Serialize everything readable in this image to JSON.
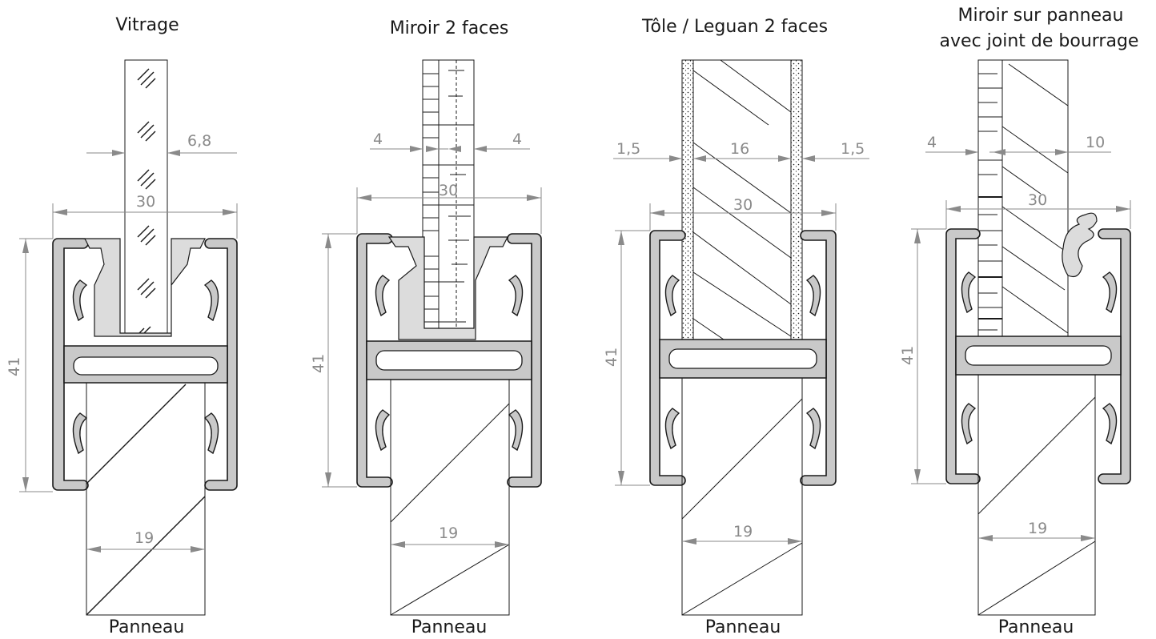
{
  "sections": [
    {
      "title": "Vitrage",
      "bottom_label": "Panneau",
      "dims": {
        "infill_thickness": "6,8",
        "frame_width": "30",
        "frame_height": "41",
        "panel_width": "19"
      }
    },
    {
      "title": "Miroir 2 faces",
      "bottom_label": "Panneau",
      "dims": {
        "left_face": "4",
        "right_face": "4",
        "frame_width": "30",
        "frame_height": "41",
        "panel_width": "19"
      }
    },
    {
      "title": "Tôle / Leguan 2 faces",
      "bottom_label": "Panneau",
      "dims": {
        "left_sheet": "1,5",
        "core": "16",
        "right_sheet": "1,5",
        "frame_width": "30",
        "frame_height": "41",
        "panel_width": "19"
      }
    },
    {
      "title_line1": "Miroir sur panneau",
      "title_line2": "avec joint de bourrage",
      "bottom_label": "Panneau",
      "dims": {
        "mirror": "4",
        "board": "10",
        "frame_width": "30",
        "frame_height": "41",
        "panel_width": "19"
      }
    }
  ],
  "colors": {
    "frame_fill": "#c9c9c9",
    "dimension": "#8a8a8a",
    "stroke": "#1a1a1a"
  }
}
